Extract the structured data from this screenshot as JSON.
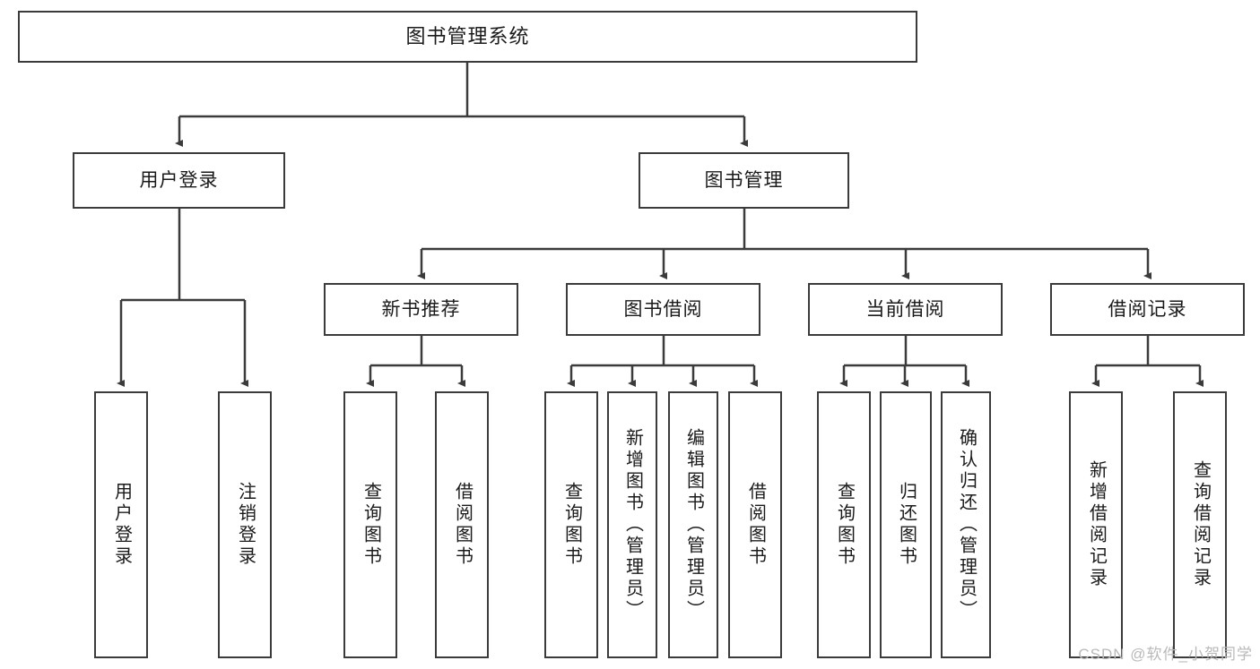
{
  "diagram": {
    "type": "tree-hierarchy-chart",
    "title": "图书管理系统",
    "orientation": "top-down",
    "colors": {
      "box_border": "#3b3b3b",
      "box_fill": "#ffffff",
      "connector": "#3b3b3b",
      "text": "#1a1a1a",
      "watermark": "#b9b9b9",
      "background": "#ffffff"
    },
    "nodes": {
      "root": {
        "label": "图书管理系统",
        "level": 1
      },
      "level2": [
        {
          "id": "user-login",
          "label": "用户登录"
        },
        {
          "id": "book-manage",
          "label": "图书管理"
        }
      ],
      "level3": [
        {
          "id": "new-book-recommend",
          "label": "新书推荐",
          "parent": "book-manage"
        },
        {
          "id": "book-borrow",
          "label": "图书借阅",
          "parent": "book-manage"
        },
        {
          "id": "current-borrow",
          "label": "当前借阅",
          "parent": "book-manage"
        },
        {
          "id": "borrow-record",
          "label": "借阅记录",
          "parent": "book-manage"
        }
      ],
      "leaves": {
        "user-login": [
          {
            "id": "leaf-user-login",
            "label": "用户登录"
          },
          {
            "id": "leaf-user-logout",
            "label": "注销登录"
          }
        ],
        "new-book-recommend": [
          {
            "id": "leaf-query-book-1",
            "label": "查询图书"
          },
          {
            "id": "leaf-borrow-book-1",
            "label": "借阅图书"
          }
        ],
        "book-borrow": [
          {
            "id": "leaf-query-book-2",
            "label": "查询图书"
          },
          {
            "id": "leaf-add-book",
            "label": "新增图书（管理员）"
          },
          {
            "id": "leaf-edit-book",
            "label": "编辑图书（管理员）"
          },
          {
            "id": "leaf-borrow-book-2",
            "label": "借阅图书"
          }
        ],
        "current-borrow": [
          {
            "id": "leaf-query-book-3",
            "label": "查询图书"
          },
          {
            "id": "leaf-return-book",
            "label": "归还图书"
          },
          {
            "id": "leaf-confirm-return",
            "label": "确认归还（管理员）"
          }
        ],
        "borrow-record": [
          {
            "id": "leaf-add-record",
            "label": "新增借阅记录"
          },
          {
            "id": "leaf-query-record",
            "label": "查询借阅记录"
          }
        ]
      }
    },
    "watermark": "CSDN @软件_小贺同学"
  }
}
